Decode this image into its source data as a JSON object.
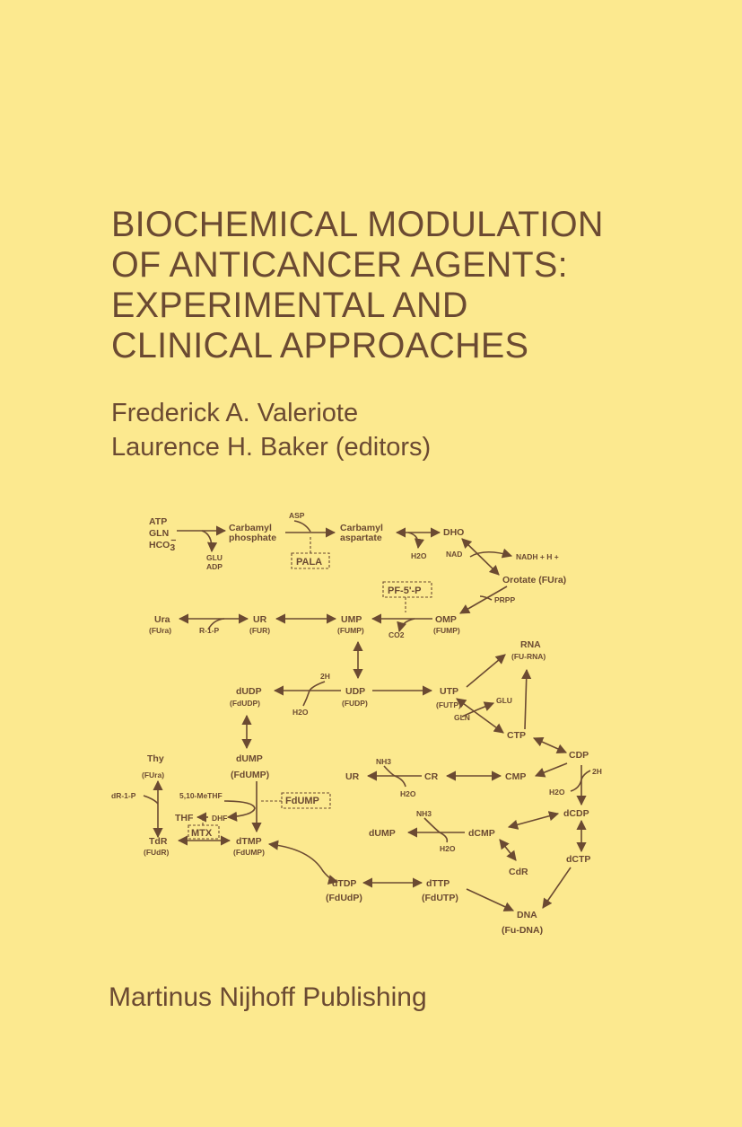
{
  "book": {
    "title_lines": [
      "BIOCHEMICAL MODULATION",
      "OF ANTICANCER AGENTS:",
      "EXPERIMENTAL AND",
      "CLINICAL APPROACHES"
    ],
    "editors": [
      "Frederick A. Valeriote",
      "Laurence H. Baker (editors)"
    ],
    "publisher": "Martinus Nijhoff Publishing"
  },
  "diagram": {
    "atp": "ATP",
    "gln": "GLN",
    "hco3": "HCO",
    "hco3_sub": "3",
    "hco3_sup": "−",
    "glu_top": "GLU",
    "adp": "ADP",
    "carbamyl_p1": "Carbamyl",
    "carbamyl_p2": "phosphate",
    "asp": "ASP",
    "pala": "PALA",
    "carbamyl_a1": "Carbamyl",
    "carbamyl_a2": "aspartate",
    "h2o_a": "H2O",
    "dho": "DHO",
    "nad": "NAD",
    "nadh": "NADH + H +",
    "orotate": "Orotate (FUra)",
    "prpp": "PRPP",
    "pf5p": "PF-5'-P",
    "ura": "Ura",
    "ura_sub": "(FUra)",
    "r1p": "R-1-P",
    "ur": "UR",
    "ur_sub": "(FUR)",
    "ump": "UMP",
    "ump_sub": "(FUMP)",
    "omp": "OMP",
    "omp_sub": "(FUMP)",
    "co2": "CO2",
    "rna": "RNA",
    "rna_sub": "(FU-RNA)",
    "h2_top": "2H",
    "dudp": "dUDP",
    "dudp_sub": "(FdUDP)",
    "h2o_b": "H2O",
    "udp": "UDP",
    "udp_sub": "(FUDP)",
    "utp": "UTP",
    "utp_sub": "(FUTP)",
    "glu_b": "GLU",
    "gln_b": "GLN",
    "ctp": "CTP",
    "cdp": "CDP",
    "h2_right": "2H",
    "h2o_c": "H2O",
    "thy": "Thy",
    "thy_sub": "(FUra)",
    "dr1p": "dR-1-P",
    "dump_top": "dUMP",
    "dump_top_sub": "(FdUMP)",
    "mthf": "5,10-MeTHF",
    "fdump_box": "FdUMP",
    "thf": "THF",
    "dhf": "DHF",
    "mtx": "MTX",
    "tdr": "TdR",
    "tdr_sub": "(FUdR)",
    "dtmp": "dTMP",
    "dtmp_sub": "(FdUMP)",
    "nh3_a": "NH3",
    "ur_b": "UR",
    "h2o_d": "H2O",
    "cr": "CR",
    "cmp": "CMP",
    "dcdp": "dCDP",
    "nh3_b": "NH3",
    "dump_b": "dUMP",
    "h2o_e": "H2O",
    "dcmp": "dCMP",
    "cdr": "CdR",
    "dctp": "dCTP",
    "dtdp": "dTDP",
    "dtdp_sub": "(FdUdP)",
    "dttp": "dTTP",
    "dttp_sub": "(FdUTP)",
    "dna": "DNA",
    "dna_sub": "(Fu-DNA)"
  }
}
